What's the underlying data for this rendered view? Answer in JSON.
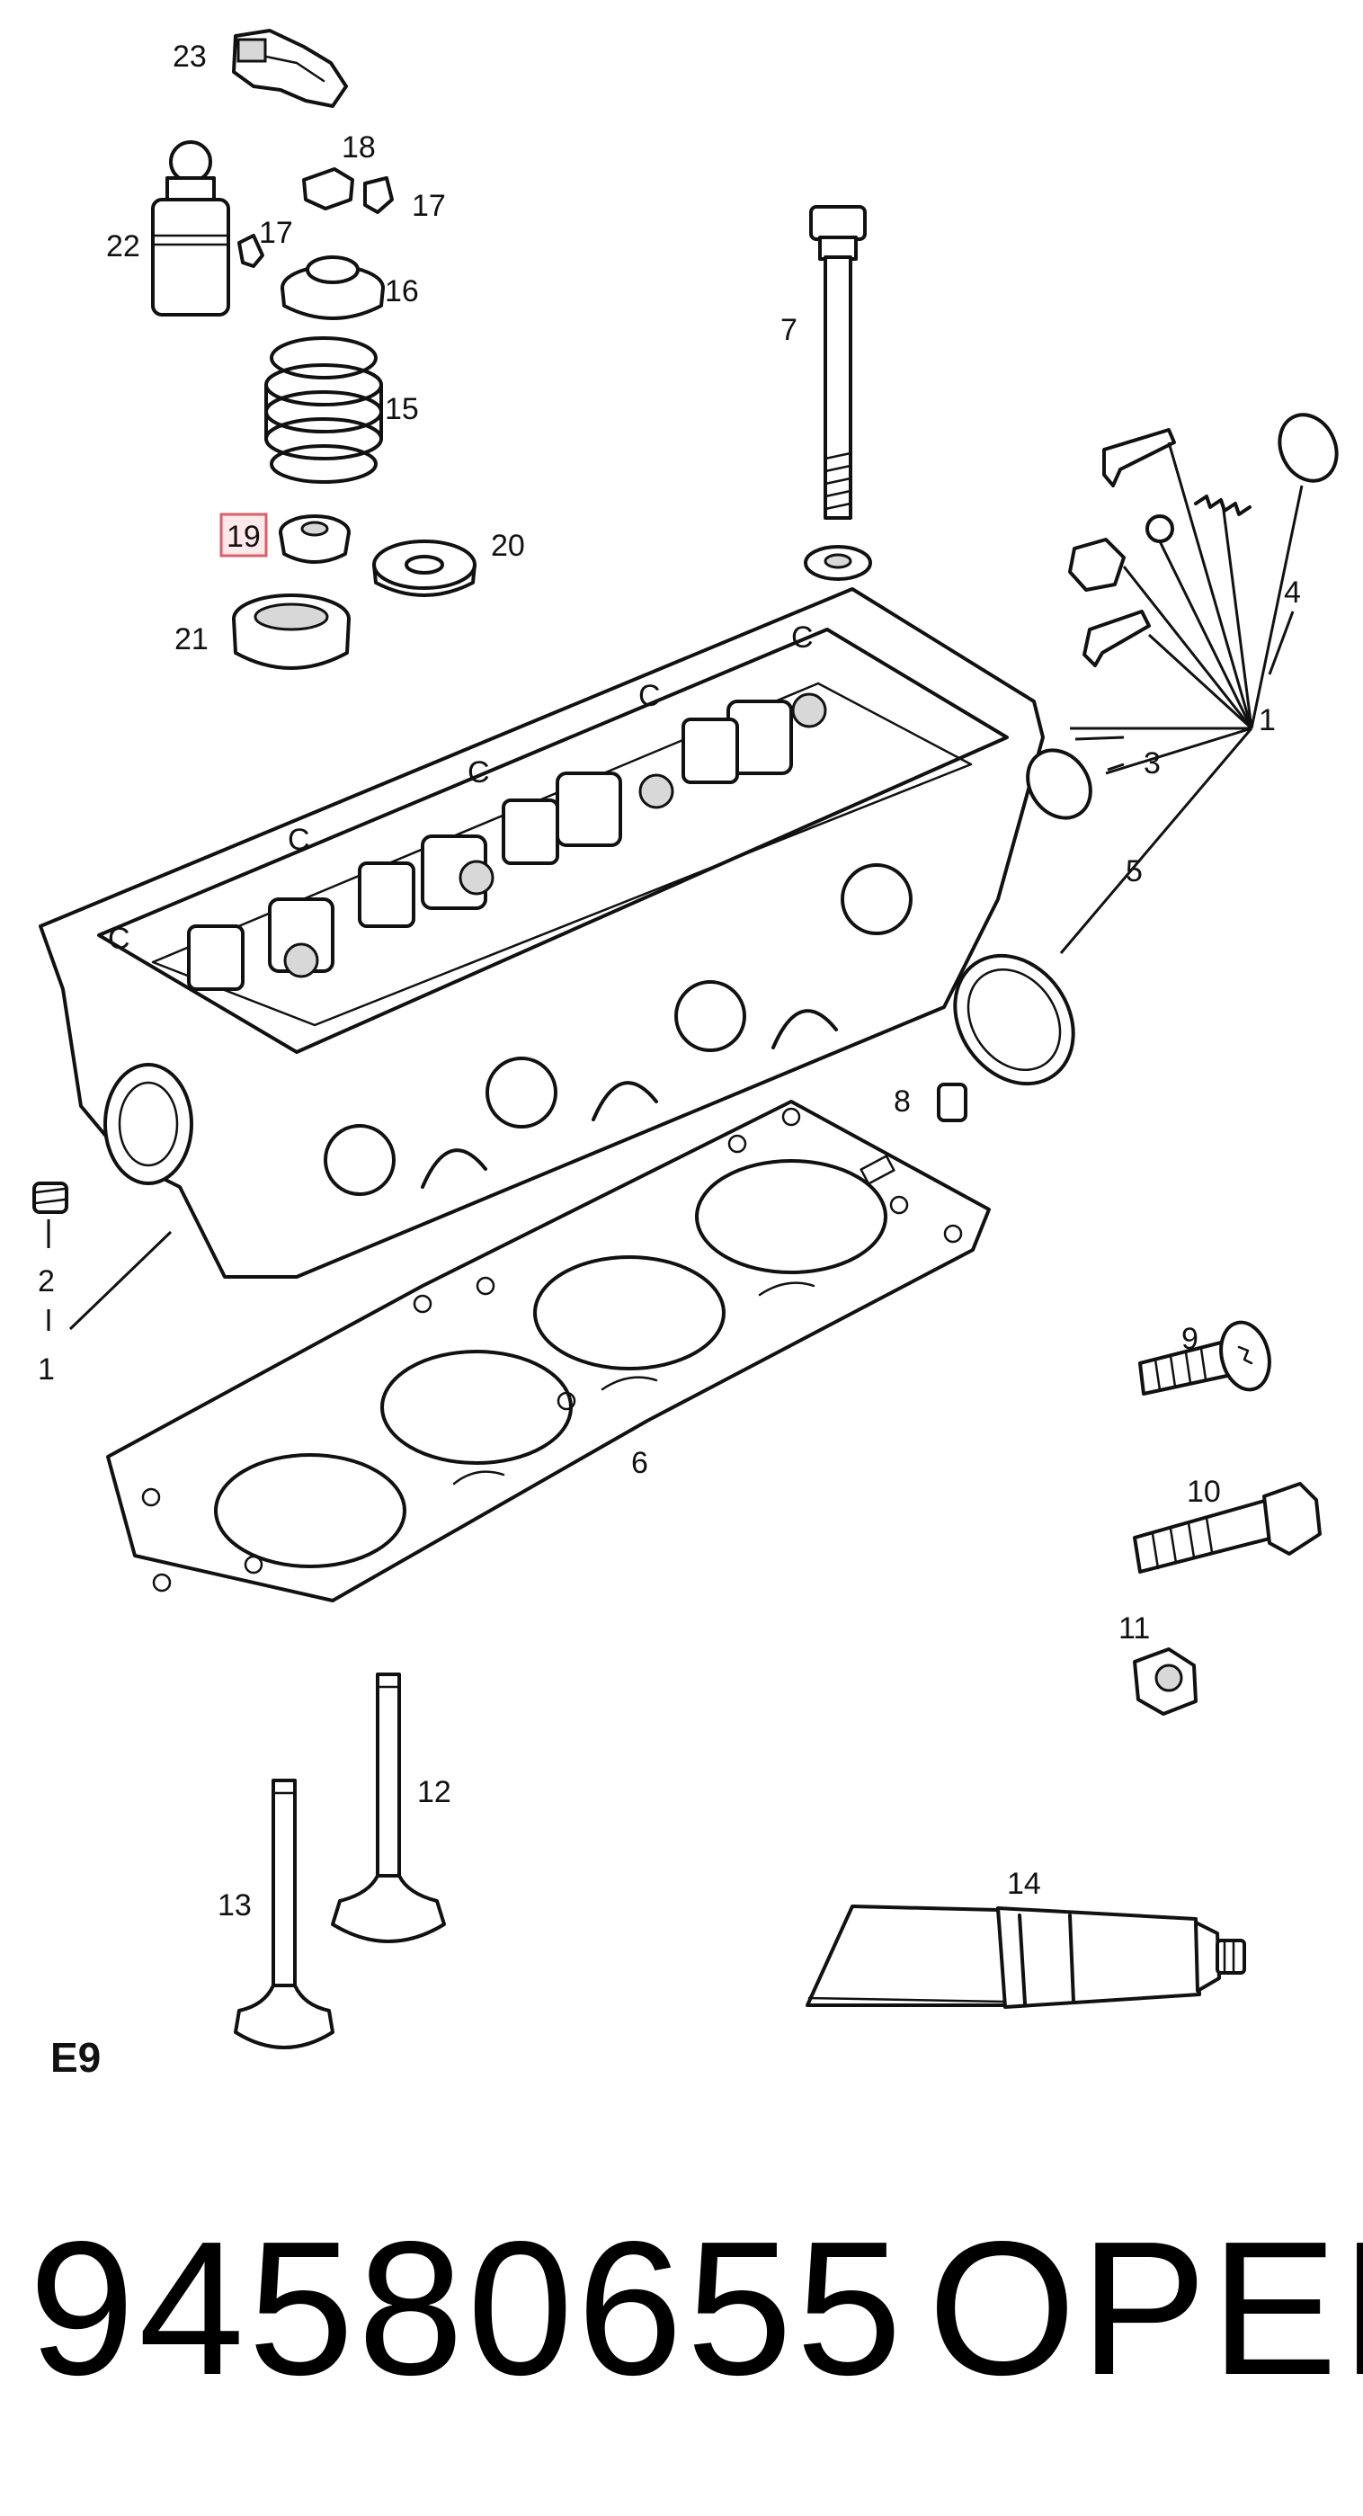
{
  "diagram": {
    "group_code": "E9",
    "part_number": "94580655",
    "brand": "OPEL",
    "highlighted_callout": "19",
    "callouts": {
      "c1a": "1",
      "c1b": "1",
      "c2": "2",
      "c3": "3",
      "c4": "4",
      "c5": "5",
      "c6": "6",
      "c7": "7",
      "c8": "8",
      "c9": "9",
      "c10": "10",
      "c11": "11",
      "c12": "12",
      "c13": "13",
      "c14": "14",
      "c15": "15",
      "c16": "16",
      "c17a": "17",
      "c17b": "17",
      "c18": "18",
      "c19": "19",
      "c20": "20",
      "c21": "21",
      "c22": "22",
      "c23": "23"
    }
  }
}
